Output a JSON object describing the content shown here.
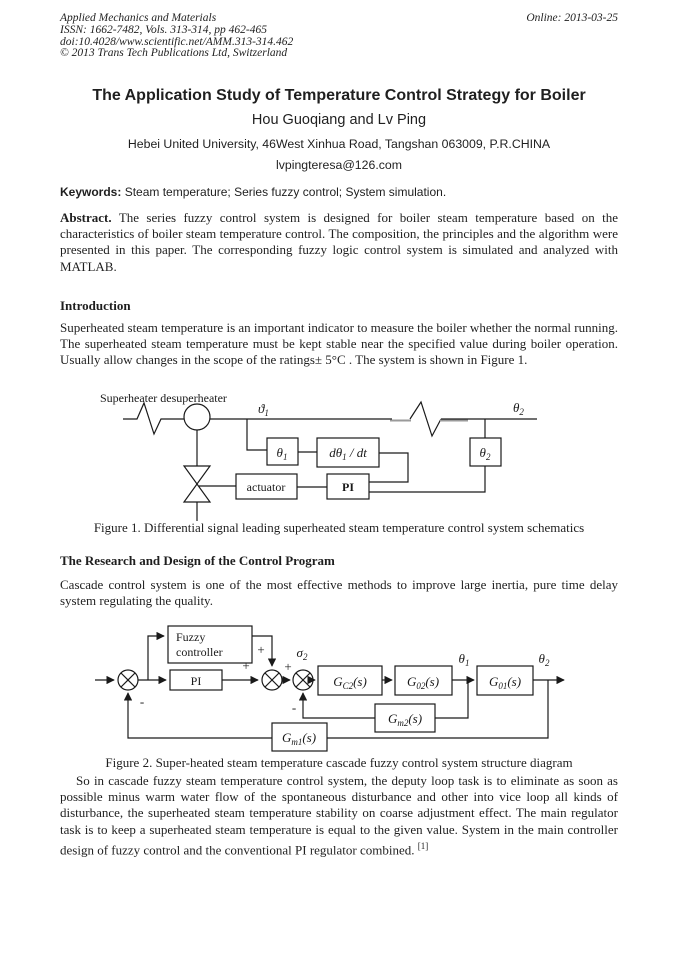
{
  "colors": {
    "paper": "#ffffff",
    "ink": "#1a1a1a"
  },
  "header": {
    "journal": "Applied Mechanics and Materials",
    "issn_line": "ISSN: 1662-7482, Vols. 313-314, pp 462-465",
    "doi_line": "doi:10.4028/www.scientific.net/AMM.313-314.462",
    "copyright_line": "© 2013 Trans Tech Publications Ltd, Switzerland",
    "online_date": "Online: 2013-03-25"
  },
  "front": {
    "title": "The Application Study of Temperature Control Strategy for Boiler",
    "authors": "Hou Guoqiang and Lv Ping",
    "affiliation": "Hebei United University, 46West Xinhua Road, Tangshan 063009, P.R.CHINA",
    "email": "lvpingteresa@126.com"
  },
  "keywords": {
    "label": "Keywords:",
    "text": " Steam temperature; Series fuzzy control; System simulation."
  },
  "abstract": {
    "label": "Abstract.",
    "text": " The series fuzzy control system is designed for boiler steam temperature based on the characteristics of boiler steam temperature control. The composition, the principles and the algorithm were presented in this paper. The corresponding fuzzy logic control system is simulated and analyzed with MATLAB."
  },
  "sections": {
    "introduction": {
      "heading": "Introduction",
      "body": "Superheated steam temperature is an important indicator to measure the boiler whether the normal running. The superheated steam temperature must be kept stable near the specified value during boiler operation. Usually allow changes in the scope of the ratings± 5°C . The system is shown in Figure 1."
    },
    "research": {
      "heading": "The Research and Design of the Control Program",
      "body": "Cascade control system is one of the most effective methods to improve large inertia, pure time delay system regulating the quality."
    }
  },
  "figure1": {
    "caption": "Figure 1. Differential signal leading superheated steam temperature control system schematics",
    "labels": {
      "superheater": "Superheater desuperheater",
      "line_theta1": {
        "main": "ϑ",
        "sub": "1"
      },
      "line_theta2": {
        "main": "θ",
        "sub": "2"
      },
      "box_theta1": {
        "main": "θ",
        "sub": "1"
      },
      "box_deriv": {
        "pre": "dθ",
        "sub": "1",
        "post": " / dt"
      },
      "box_theta2": {
        "main": "θ",
        "sub": "2"
      },
      "actuator": "actuator",
      "pi": "PI"
    }
  },
  "figure2": {
    "caption": "Figure 2. Super-heated steam temperature cascade fuzzy control system structure diagram",
    "labels": {
      "fuzzy_line1": "Fuzzy",
      "fuzzy_line2": "controller",
      "pi": "PI",
      "sigma2": {
        "main": "σ",
        "sub": "2"
      },
      "gc2": {
        "main": "G",
        "sub": "C2",
        "paren": "(s)"
      },
      "g02": {
        "main": "G",
        "sub": "02",
        "paren": "(s)"
      },
      "g01": {
        "main": "G",
        "sub": "01",
        "paren": "(s)"
      },
      "gm2": {
        "main": "G",
        "sub": "m2",
        "paren": "(s)"
      },
      "gm1": {
        "main": "G",
        "sub": "m1",
        "paren": "(s)"
      },
      "theta1": {
        "main": "θ",
        "sub": "1"
      },
      "theta2": {
        "main": "θ",
        "sub": "2"
      },
      "plus": "+",
      "minus": "-"
    }
  },
  "closing": {
    "text": "So in cascade fuzzy steam temperature control system, the deputy loop task is to eliminate as soon as possible minus warm water flow of the spontaneous disturbance and other into vice loop all kinds of disturbance, the superheated steam temperature stability on coarse adjustment effect. The main regulator task is to keep a superheated steam temperature is equal to the given value. System in the main controller design of fuzzy control and the conventional PI regulator combined.",
    "citation": "[1]"
  }
}
